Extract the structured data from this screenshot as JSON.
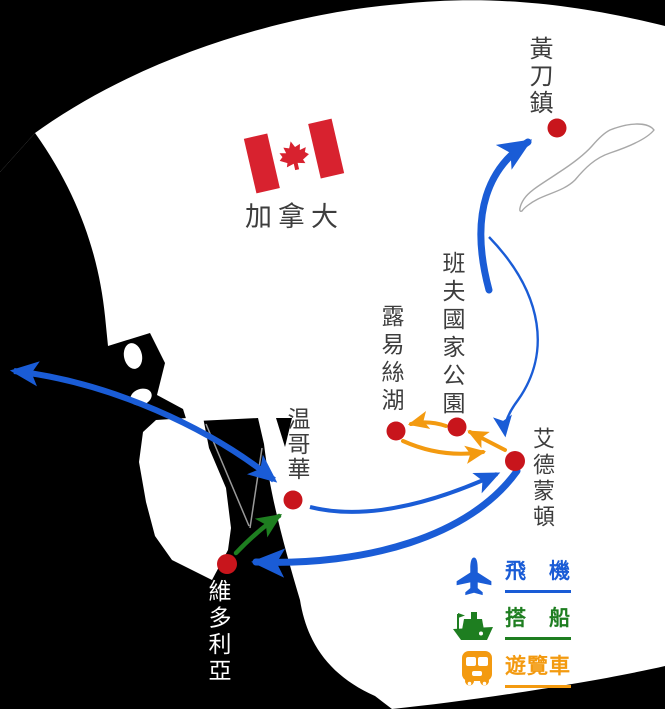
{
  "country": {
    "label": "加拿大"
  },
  "locations": {
    "yellowknife": {
      "label": "黃刀鎮"
    },
    "banff": {
      "label": "班夫國家公園"
    },
    "lake_louise": {
      "label": "露易絲湖"
    },
    "edmonton": {
      "label": "艾德蒙頓"
    },
    "vancouver": {
      "label": "温哥華"
    },
    "victoria": {
      "label": "維多利亞"
    }
  },
  "legend": {
    "plane": {
      "label": "飛　機",
      "color": "#1a5cd6"
    },
    "boat": {
      "label": "搭　船",
      "color": "#1e7e20"
    },
    "bus": {
      "label": "遊覽車",
      "color": "#f39a10"
    }
  },
  "routes": [
    {
      "from": "overseas",
      "to": "vancouver",
      "mode": "plane",
      "bidirectional": true
    },
    {
      "from": "vancouver",
      "to": "edmonton",
      "mode": "plane"
    },
    {
      "from": "edmonton",
      "to": "yellowknife",
      "mode": "plane"
    },
    {
      "from": "yellowknife",
      "to": "edmonton",
      "mode": "plane"
    },
    {
      "from": "edmonton",
      "to": "banff",
      "mode": "bus"
    },
    {
      "from": "banff",
      "to": "lake_louise",
      "mode": "bus"
    },
    {
      "from": "lake_louise",
      "to": "edmonton",
      "mode": "bus"
    },
    {
      "from": "edmonton",
      "to": "victoria",
      "mode": "plane"
    },
    {
      "from": "victoria",
      "to": "vancouver",
      "mode": "boat"
    }
  ],
  "colors": {
    "flight": "#1a5cd6",
    "ferry": "#1e7e20",
    "coach": "#f39a10",
    "city_marker": "#c8151c",
    "flag_red": "#d8222f",
    "land": "#ffffff",
    "ocean": "#000000"
  }
}
